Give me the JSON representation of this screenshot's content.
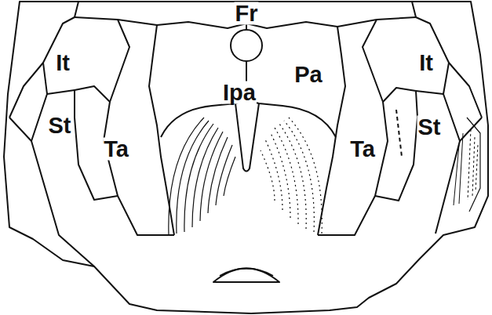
{
  "diagram": {
    "labels": [
      "Fr",
      "It",
      "Pa",
      "It",
      "Ipa",
      "St",
      "St",
      "Ta",
      "Ta"
    ]
  }
}
